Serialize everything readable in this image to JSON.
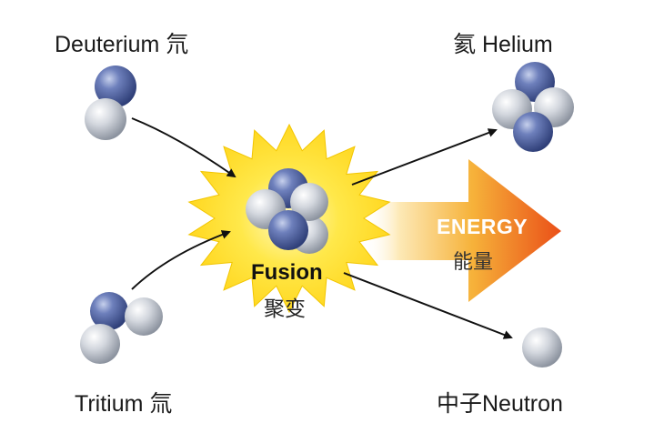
{
  "labels": {
    "deuterium": "Deuterium 氘",
    "tritium": "Tritium 氚",
    "helium": "氦 Helium",
    "neutron": "中子Neutron",
    "fusion": "Fusion",
    "fusion_zh": "聚变",
    "energy": "ENERGY",
    "energy_zh": "能量"
  },
  "colors": {
    "proton": "#4a5f9c",
    "neutron": "#b9c0cc",
    "starburst": "#ffe24a",
    "energy_arrow_start": "#fff3c9",
    "energy_arrow_end": "#ef5a1b"
  }
}
